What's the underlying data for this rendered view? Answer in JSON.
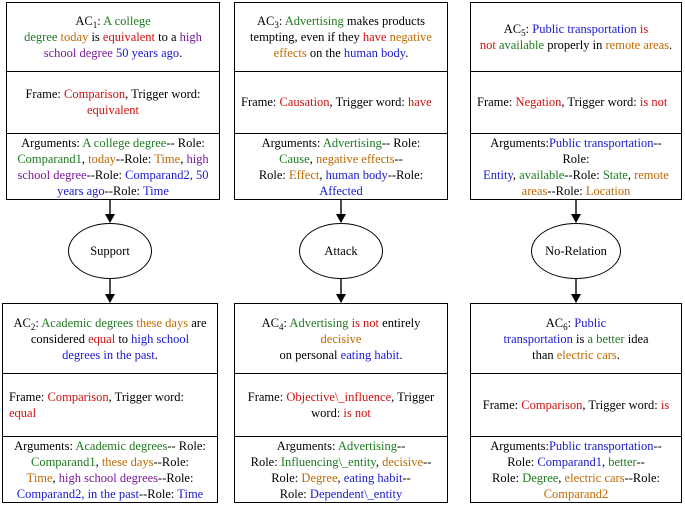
{
  "columns": [
    {
      "top": {
        "ac": {
          "prefix": "AC",
          "sub": "1",
          "sep": ":"
        },
        "text": [
          {
            "t": " A college",
            "c": "g"
          },
          {
            "t": " degree",
            "c": "g",
            "br": true
          },
          {
            "t": " today",
            "c": "o"
          },
          {
            "t": " is ",
            "c": ""
          },
          {
            "t": "equivalent",
            "c": "r"
          },
          {
            "t": " to a ",
            "c": ""
          },
          {
            "t": "high",
            "c": "p"
          },
          {
            "t": "school degree",
            "c": "p",
            "br": true
          },
          {
            "t": " 50 years ago",
            "c": "b"
          },
          {
            "t": ".",
            "c": ""
          }
        ],
        "frame": [
          {
            "t": "Frame: ",
            "c": ""
          },
          {
            "t": "Comparison",
            "c": "r"
          },
          {
            "t": ", Trigger word:",
            "c": ""
          },
          {
            "t": "equivalent",
            "c": "r",
            "br": true
          }
        ],
        "args": [
          {
            "t": "Arguments: ",
            "c": ""
          },
          {
            "t": "A college degree",
            "c": "g"
          },
          {
            "t": "-- Role:",
            "c": ""
          },
          {
            "t": "Comparand1",
            "c": "g",
            "br": true
          },
          {
            "t": ", ",
            "c": ""
          },
          {
            "t": "today",
            "c": "o"
          },
          {
            "t": "--Role: ",
            "c": ""
          },
          {
            "t": "Time",
            "c": "o"
          },
          {
            "t": ",  ",
            "c": ""
          },
          {
            "t": "high",
            "c": "p"
          },
          {
            "t": "school degree",
            "c": "p",
            "br": true
          },
          {
            "t": "--Role: ",
            "c": ""
          },
          {
            "t": "Comparand2, 50",
            "c": "b"
          },
          {
            "t": "years ago",
            "c": "b",
            "br": true
          },
          {
            "t": "--Role: ",
            "c": ""
          },
          {
            "t": "Time",
            "c": "b"
          }
        ]
      },
      "relation": "Support",
      "bottom": {
        "ac": {
          "prefix": "AC",
          "sub": "2",
          "sep": ":"
        },
        "text": [
          {
            "t": " Academic degrees",
            "c": "g"
          },
          {
            "t": " these days",
            "c": "o"
          },
          {
            "t": " are",
            "c": ""
          },
          {
            "t": "considered ",
            "c": "",
            "br": true
          },
          {
            "t": "equal",
            "c": "r"
          },
          {
            "t": " to ",
            "c": ""
          },
          {
            "t": "high school",
            "c": "b"
          },
          {
            "t": "degrees in the past",
            "c": "b",
            "br": true
          },
          {
            "t": ".",
            "c": ""
          }
        ],
        "frame": [
          {
            "t": "Frame: ",
            "c": ""
          },
          {
            "t": "Comparison",
            "c": "r"
          },
          {
            "t": ", Trigger word: ",
            "c": ""
          },
          {
            "t": "equal",
            "c": "r"
          }
        ],
        "args": [
          {
            "t": "Arguments: ",
            "c": ""
          },
          {
            "t": "Academic degrees",
            "c": "g"
          },
          {
            "t": "-- Role:",
            "c": ""
          },
          {
            "t": "Comparand1",
            "c": "g",
            "br": true
          },
          {
            "t": ", ",
            "c": ""
          },
          {
            "t": "these days",
            "c": "o"
          },
          {
            "t": "--Role:",
            "c": ""
          },
          {
            "t": "Time",
            "c": "o",
            "br": true
          },
          {
            "t": ",  ",
            "c": ""
          },
          {
            "t": "high school degrees",
            "c": "p"
          },
          {
            "t": "--Role:",
            "c": ""
          },
          {
            "t": "Comparand2, in the past",
            "c": "b",
            "br": true
          },
          {
            "t": "--Role: ",
            "c": ""
          },
          {
            "t": "Time",
            "c": "b"
          }
        ]
      }
    },
    {
      "top": {
        "ac": {
          "prefix": "AC",
          "sub": "3",
          "sep": ":"
        },
        "text": [
          {
            "t": " Advertising",
            "c": "g"
          },
          {
            "t": " makes products",
            "c": ""
          },
          {
            "t": "tempting, even if they ",
            "c": "",
            "br": true
          },
          {
            "t": "have",
            "c": "r"
          },
          {
            "t": " negative",
            "c": "o"
          },
          {
            "t": "effects",
            "c": "o",
            "br": true
          },
          {
            "t": " on the ",
            "c": ""
          },
          {
            "t": "human body",
            "c": "b"
          },
          {
            "t": ".",
            "c": ""
          }
        ],
        "frame": [
          {
            "t": "Frame: ",
            "c": ""
          },
          {
            "t": "Causation",
            "c": "r"
          },
          {
            "t": ", Trigger word: ",
            "c": ""
          },
          {
            "t": "have",
            "c": "r"
          }
        ],
        "args": [
          {
            "t": "Arguments: ",
            "c": ""
          },
          {
            "t": "Advertising",
            "c": "g"
          },
          {
            "t": "-- Role:",
            "c": ""
          },
          {
            "t": "Cause",
            "c": "g",
            "br": true
          },
          {
            "t": ", ",
            "c": ""
          },
          {
            "t": "negative effects",
            "c": "o"
          },
          {
            "t": "--",
            "c": ""
          },
          {
            "t": "Role: ",
            "c": "",
            "br": true
          },
          {
            "t": "Effect",
            "c": "o"
          },
          {
            "t": ",  ",
            "c": ""
          },
          {
            "t": "human body",
            "c": "b"
          },
          {
            "t": "--Role:",
            "c": ""
          },
          {
            "t": "Affected",
            "c": "b",
            "br": true
          }
        ]
      },
      "relation": "Attack",
      "bottom": {
        "ac": {
          "prefix": "AC",
          "sub": "4",
          "sep": ":"
        },
        "text": [
          {
            "t": " Advertising",
            "c": "g"
          },
          {
            "t": " is not",
            "c": "r"
          },
          {
            "t": " entirely ",
            "c": ""
          },
          {
            "t": "decisive",
            "c": "o"
          },
          {
            "t": "on personal ",
            "c": "",
            "br": true
          },
          {
            "t": "eating habit",
            "c": "b"
          },
          {
            "t": ".",
            "c": ""
          }
        ],
        "frame": [
          {
            "t": "Frame: ",
            "c": ""
          },
          {
            "t": "Objective\\_influence",
            "c": "r"
          },
          {
            "t": ", Trigger",
            "c": ""
          },
          {
            "t": "word: ",
            "c": "",
            "br": true
          },
          {
            "t": "is not",
            "c": "r"
          }
        ],
        "args": [
          {
            "t": "Arguments: ",
            "c": ""
          },
          {
            "t": "Advertising",
            "c": "g"
          },
          {
            "t": "--",
            "c": ""
          },
          {
            "t": "Role: ",
            "c": "",
            "br": true
          },
          {
            "t": "Influencing\\_entity",
            "c": "g"
          },
          {
            "t": ", ",
            "c": ""
          },
          {
            "t": "decisive",
            "c": "o"
          },
          {
            "t": "--",
            "c": ""
          },
          {
            "t": "Role: ",
            "c": "",
            "br": true
          },
          {
            "t": "Degree",
            "c": "o"
          },
          {
            "t": ",  ",
            "c": ""
          },
          {
            "t": "eating habit",
            "c": "b"
          },
          {
            "t": "--",
            "c": ""
          },
          {
            "t": "Role: ",
            "c": "",
            "br": true
          },
          {
            "t": "Dependent\\_entity",
            "c": "b"
          }
        ]
      }
    },
    {
      "top": {
        "ac": {
          "prefix": "AC",
          "sub": "5",
          "sep": ":"
        },
        "text": [
          {
            "t": " Public transportation",
            "c": "b"
          },
          {
            "t": " is",
            "c": "r"
          },
          {
            "t": "not",
            "c": "r",
            "br": true
          },
          {
            "t": " available",
            "c": "g"
          },
          {
            "t": " properly in ",
            "c": ""
          },
          {
            "t": "remote areas",
            "c": "o"
          },
          {
            "t": ".",
            "c": ""
          }
        ],
        "frame": [
          {
            "t": "Frame: ",
            "c": ""
          },
          {
            "t": "Negation",
            "c": "r"
          },
          {
            "t": ", Trigger word: ",
            "c": ""
          },
          {
            "t": "is not",
            "c": "r"
          }
        ],
        "args": [
          {
            "t": "Arguments:",
            "c": ""
          },
          {
            "t": "Public transportation",
            "c": "b"
          },
          {
            "t": "-- Role:",
            "c": ""
          },
          {
            "t": "Entity",
            "c": "b",
            "br": true
          },
          {
            "t": ", ",
            "c": ""
          },
          {
            "t": "available",
            "c": "g"
          },
          {
            "t": "--Role: ",
            "c": ""
          },
          {
            "t": "State",
            "c": "g"
          },
          {
            "t": ",  ",
            "c": ""
          },
          {
            "t": "remote",
            "c": "o"
          },
          {
            "t": "areas",
            "c": "o",
            "br": true
          },
          {
            "t": "--Role: ",
            "c": ""
          },
          {
            "t": "Location",
            "c": "o"
          }
        ]
      },
      "relation": "No-Relation",
      "bottom": {
        "ac": {
          "prefix": "AC",
          "sub": "6",
          "sep": ":"
        },
        "text": [
          {
            "t": " Public",
            "c": "b"
          },
          {
            "t": "transportation",
            "c": "b",
            "br": true
          },
          {
            "t": " is ",
            "c": ""
          },
          {
            "t": "a better",
            "c": "g"
          },
          {
            "t": " idea",
            "c": ""
          },
          {
            "t": "than ",
            "c": "",
            "br": true
          },
          {
            "t": "electric cars",
            "c": "o"
          },
          {
            "t": ".",
            "c": ""
          }
        ],
        "frame": [
          {
            "t": "Frame: ",
            "c": ""
          },
          {
            "t": "Comparison",
            "c": "r"
          },
          {
            "t": ", Trigger word: ",
            "c": ""
          },
          {
            "t": "is",
            "c": "r"
          }
        ],
        "args": [
          {
            "t": "Arguments:",
            "c": ""
          },
          {
            "t": "Public transportation",
            "c": "b"
          },
          {
            "t": "--",
            "c": ""
          },
          {
            "t": "Role: ",
            "c": "",
            "br": true
          },
          {
            "t": "Comparand1",
            "c": "b"
          },
          {
            "t": ", ",
            "c": ""
          },
          {
            "t": "better",
            "c": "g"
          },
          {
            "t": "--",
            "c": ""
          },
          {
            "t": "Role: ",
            "c": "",
            "br": true
          },
          {
            "t": "Degree",
            "c": "g"
          },
          {
            "t": ",  ",
            "c": ""
          },
          {
            "t": "electric cars",
            "c": "o"
          },
          {
            "t": "--Role:",
            "c": ""
          },
          {
            "t": "Comparand2",
            "c": "o",
            "br": true
          }
        ]
      }
    }
  ],
  "colors": {
    "green": "#1f7a1f",
    "red": "#d01010",
    "orange": "#c06a00",
    "blue": "#1a1ad0",
    "purple": "#7a1a9a",
    "border": "#000000"
  }
}
